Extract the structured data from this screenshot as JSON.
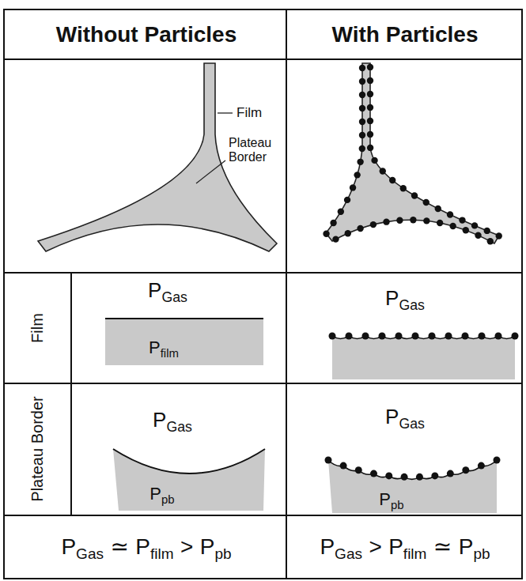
{
  "diagram": {
    "labels": [
      "Without Particles",
      "With Particles",
      "Film",
      "Plateau Border",
      "Film",
      "Plateau Border",
      "P",
      "Gas",
      "P",
      "film",
      "P",
      "Gas",
      "P",
      "Gas",
      "P",
      "pb",
      "P",
      "Gas",
      "P",
      "pb",
      "P",
      "Gas",
      "≃",
      "P",
      "film",
      ">",
      "P",
      "pb",
      "P",
      "Gas",
      ">",
      "P",
      "film",
      "≃",
      "P",
      "pb"
    ]
  }
}
